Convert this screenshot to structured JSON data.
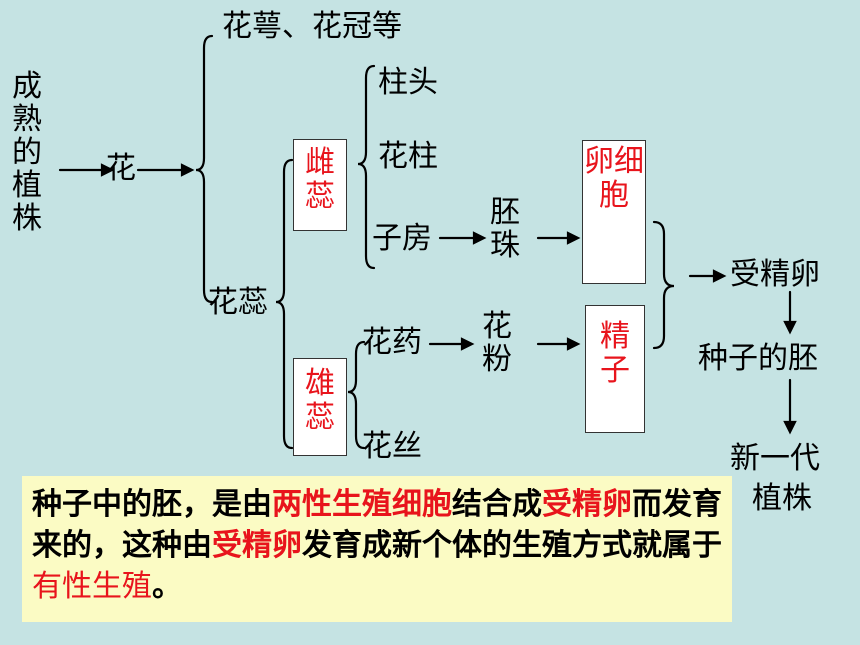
{
  "diagram": {
    "mature_plant": "成熟的植株",
    "flower": "花",
    "sepal_petal": "花萼、花冠等",
    "pistil_stamen": "花蕊",
    "pistil": "雌蕊",
    "stamen": "雄蕊",
    "stigma": "柱头",
    "style": "花柱",
    "ovary": "子房",
    "anther": "花药",
    "filament": "花丝",
    "ovule": "胚珠",
    "pollen": "花粉",
    "egg_cell": "卵细胞",
    "sperm": "精子",
    "zygote": "受精卵",
    "seed_embryo": "种子的胚",
    "new_plant_1": "新一代",
    "new_plant_2": "植株"
  },
  "note": {
    "p1": "种子中的胚，是由",
    "r1": "两性生殖细胞",
    "p2": "结合成",
    "r2": "受精卵",
    "p3": "而发育来的，这种由",
    "r3": "受精卵",
    "p4": "发育成新个体的生殖方式就属于",
    "r4": "有性生殖",
    "p5": "。"
  }
}
